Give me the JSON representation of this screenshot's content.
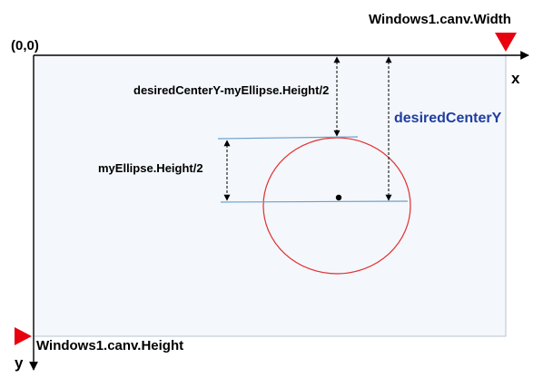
{
  "labels": {
    "origin": "(0,0)",
    "canvas_width": "Windows1.canv.Width",
    "canvas_height": "Windows1.canv.Height",
    "x_axis": "x",
    "y_axis": "y",
    "top_offset": "desiredCenterY-myEllipse.Height/2",
    "half_height": "myEllipse.Height/2",
    "center_y": "desiredCenterY"
  },
  "icons": {
    "width_marker": "red-triangle-down-icon",
    "height_marker": "red-triangle-right-icon"
  },
  "colors": {
    "canvas_fill": "#f4f7fb",
    "canvas_border": "#b9c3cf",
    "axis": "#000000",
    "ellipse": "#e03030",
    "guide_line": "#6a9fd0",
    "marker": "#e8000f",
    "text": "#000000",
    "center_label": "#1f3ea0"
  }
}
